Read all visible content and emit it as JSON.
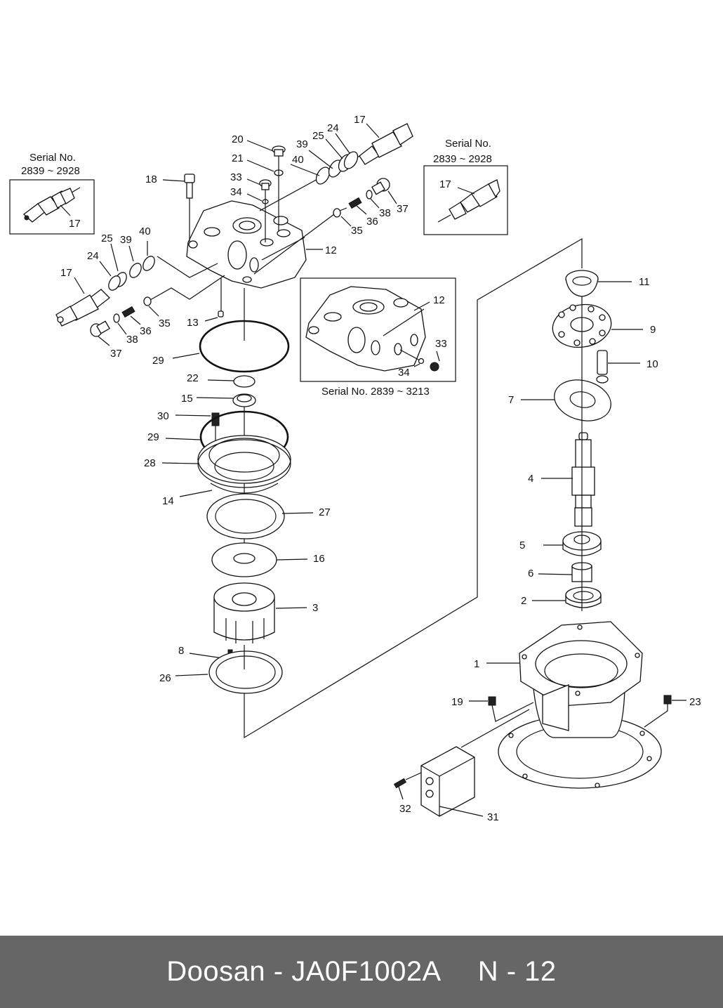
{
  "diagram": {
    "title": "Swing motor exploded parts view",
    "callouts": [
      {
        "id": "c20",
        "text": "20"
      },
      {
        "id": "c21",
        "text": "21"
      },
      {
        "id": "c33a",
        "text": "33"
      },
      {
        "id": "c34a",
        "text": "34"
      },
      {
        "id": "c18",
        "text": "18"
      },
      {
        "id": "c39a",
        "text": "39"
      },
      {
        "id": "c25a",
        "text": "25"
      },
      {
        "id": "c24a",
        "text": "24"
      },
      {
        "id": "c17a",
        "text": "17"
      },
      {
        "id": "c40a",
        "text": "40"
      },
      {
        "id": "c38a",
        "text": "38"
      },
      {
        "id": "c37a",
        "text": "37"
      },
      {
        "id": "c36a",
        "text": "36"
      },
      {
        "id": "c35a",
        "text": "35"
      },
      {
        "id": "c12a",
        "text": "12"
      },
      {
        "id": "c17b",
        "text": "17"
      },
      {
        "id": "c17c",
        "text": "17"
      },
      {
        "id": "c25b",
        "text": "25"
      },
      {
        "id": "c39b",
        "text": "39"
      },
      {
        "id": "c40b",
        "text": "40"
      },
      {
        "id": "c24b",
        "text": "24"
      },
      {
        "id": "c17d",
        "text": "17"
      },
      {
        "id": "c35b",
        "text": "35"
      },
      {
        "id": "c36b",
        "text": "36"
      },
      {
        "id": "c38b",
        "text": "38"
      },
      {
        "id": "c37b",
        "text": "37"
      },
      {
        "id": "c13",
        "text": "13"
      },
      {
        "id": "c29a",
        "text": "29"
      },
      {
        "id": "c12b",
        "text": "12"
      },
      {
        "id": "c33b",
        "text": "33"
      },
      {
        "id": "c34b",
        "text": "34"
      },
      {
        "id": "c22",
        "text": "22"
      },
      {
        "id": "c15",
        "text": "15"
      },
      {
        "id": "c30",
        "text": "30"
      },
      {
        "id": "c29b",
        "text": "29"
      },
      {
        "id": "c28",
        "text": "28"
      },
      {
        "id": "c14",
        "text": "14"
      },
      {
        "id": "c27",
        "text": "27"
      },
      {
        "id": "c16",
        "text": "16"
      },
      {
        "id": "c3",
        "text": "3"
      },
      {
        "id": "c8",
        "text": "8"
      },
      {
        "id": "c26",
        "text": "26"
      },
      {
        "id": "c11",
        "text": "11"
      },
      {
        "id": "c9",
        "text": "9"
      },
      {
        "id": "c10",
        "text": "10"
      },
      {
        "id": "c7",
        "text": "7"
      },
      {
        "id": "c4",
        "text": "4"
      },
      {
        "id": "c5",
        "text": "5"
      },
      {
        "id": "c6",
        "text": "6"
      },
      {
        "id": "c2",
        "text": "2"
      },
      {
        "id": "c1",
        "text": "1"
      },
      {
        "id": "c19",
        "text": "19"
      },
      {
        "id": "c23",
        "text": "23"
      },
      {
        "id": "c32",
        "text": "32"
      },
      {
        "id": "c31",
        "text": "31"
      }
    ],
    "insets": {
      "left": {
        "line1": "Serial No.",
        "line2": "2839 ~ 2928"
      },
      "right": {
        "line1": "Serial No.",
        "line2": "2839 ~ 2928"
      },
      "center": {
        "caption": "Serial No. 2839 ~ 3213"
      }
    }
  },
  "footer": {
    "brand_part": "Doosan - JA0F1002A",
    "page": "N - 12"
  }
}
